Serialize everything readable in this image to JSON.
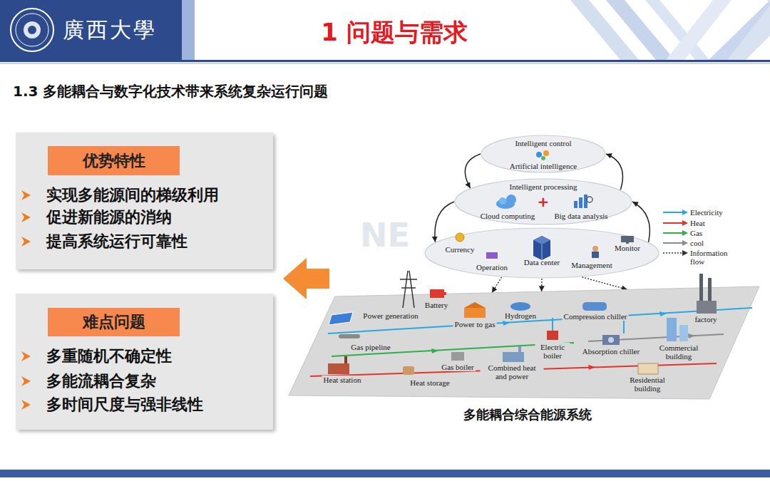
{
  "diagram": {
    "title": "1 问题与需求",
    "caption": "多能耦合综合能源系统",
    "nodes": [
      {
        "text": [
          "实现多能源间的梯级利用",
          "促进新能源的消纳",
          "提高系统运行可靠性"
        ]
      },
      {
        "text": [
          "优势特性"
        ],
        "in": 0
      },
      {
        "text": [
          "多重随机不确定性",
          "多能流耦合复杂",
          "多时间尺度与强非线性"
        ]
      },
      {
        "text": [
          "难点问题"
        ],
        "in": 2
      },
      {
        "text": [
          "Intelligent control",
          "Artificial intelligence"
        ]
      },
      {
        "text": [
          "Intelligent processing",
          "Cloud computing",
          "+",
          "Big data analysis"
        ]
      },
      {
        "text": [
          "Currency",
          "Operation",
          "Data center",
          "Monitor",
          "Management"
        ]
      },
      {
        "text": [
          "Power generation",
          "Battery",
          "Power to gas",
          "Hydrogen",
          "Compression chiller",
          "factory",
          "Gas pipeline",
          "Gas boiler",
          "Combined heat and power",
          "Electric boiler",
          "Absorption chiller",
          "Commercial building",
          "Heat station",
          "Heat storage",
          "Residential building"
        ]
      }
    ],
    "edges": [
      {
        "from": 4,
        "to": 5,
        "arrow": "to"
      },
      {
        "from": 5,
        "to": 6,
        "arrow": "to"
      },
      {
        "from": 6,
        "to": 5,
        "arrow": "to"
      },
      {
        "from": 5,
        "to": 4,
        "arrow": "to"
      },
      {
        "from": 6,
        "to": 7,
        "arrow": "to"
      },
      {
        "from": 6,
        "to": 7,
        "arrow": "to"
      },
      {
        "from": 6,
        "to": 7,
        "arrow": "to"
      }
    ],
    "labels": [
      "廣西大學",
      "1.3 多能耦合与数字化技术带来系统复杂运行问题",
      "NE"
    ],
    "legend": [
      {
        "text": "Electricity"
      },
      {
        "text": "Heat"
      },
      {
        "text": "Gas"
      },
      {
        "text": "cool"
      },
      {
        "text": "Information flow"
      }
    ]
  }
}
